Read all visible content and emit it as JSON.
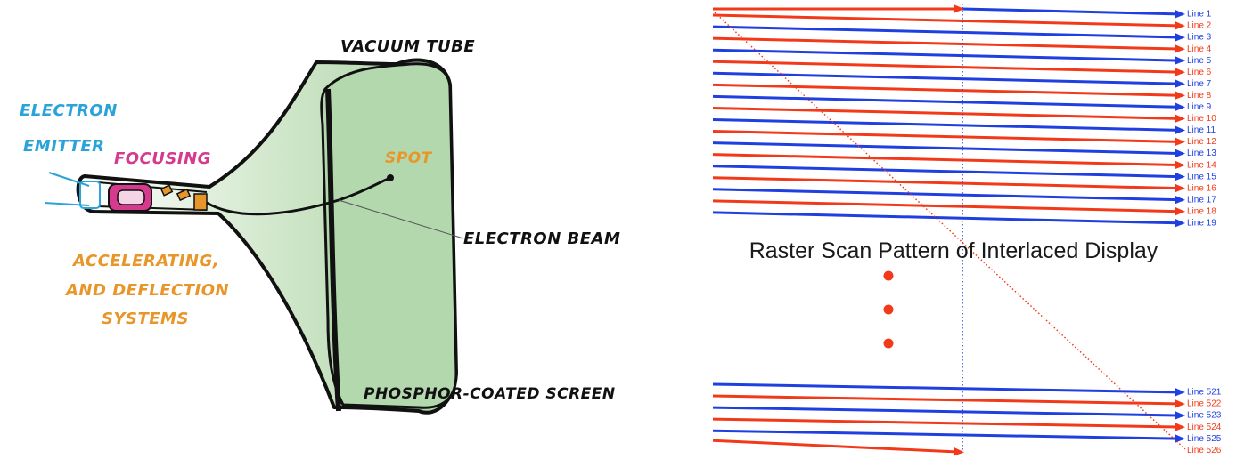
{
  "crt": {
    "labels": {
      "vacuum_tube": "VACUUM TUBE",
      "electron_emitter_1": "ELECTRON",
      "electron_emitter_2": "EMITTER",
      "focusing": "FOCUSING",
      "spot": "SPOT",
      "electron_beam": "ELECTRON BEAM",
      "accel_1": "ACCELERATING,",
      "accel_2": "AND DEFLECTION",
      "accel_3": "SYSTEMS",
      "screen": "PHOSPHOR-COATED SCREEN"
    },
    "colors": {
      "emitter": "#2aa3d8",
      "focusing": "#d63a8f",
      "accel": "#e8962a",
      "screen_fill": "#b6d9b0",
      "outline": "#111111"
    }
  },
  "raster": {
    "title": "Raster Scan Pattern of Interlaced Display",
    "colors": {
      "odd": "#1f3fe0",
      "even": "#f23a1a",
      "dots": "#f23a1a"
    },
    "top_lines": [
      "Line 1",
      "Line 2",
      "Line 3",
      "Line 4",
      "Line 5",
      "Line 6",
      "Line 7",
      "Line 8",
      "Line 9",
      "Line 10",
      "Line 11",
      "Line 12",
      "Line 13",
      "Line 14",
      "Line 15",
      "Line 16",
      "Line 17",
      "Line 18",
      "Line 19"
    ],
    "bottom_lines": [
      "Line 521",
      "Line 522",
      "Line 523",
      "Line 524",
      "Line 525",
      "Line 526"
    ]
  }
}
